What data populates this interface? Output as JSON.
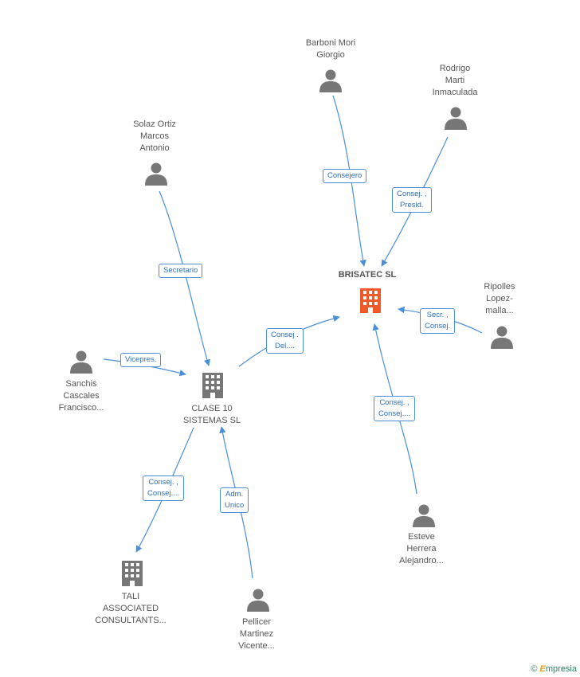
{
  "nodes": {
    "barboni": {
      "lines": [
        "Barboni Mori",
        "Giorgio"
      ]
    },
    "rodrigo": {
      "lines": [
        "Rodrigo",
        "Marti",
        "Inmaculada"
      ]
    },
    "solaz": {
      "lines": [
        "Solaz Ortiz",
        "Marcos",
        "Antonio"
      ]
    },
    "brisatec": {
      "lines": [
        "BRISATEC SL"
      ]
    },
    "ripolles": {
      "lines": [
        "Ripolles",
        "Lopez-",
        "malla..."
      ]
    },
    "sanchis": {
      "lines": [
        "Sanchis",
        "Cascales",
        "Francisco..."
      ]
    },
    "clase10": {
      "lines": [
        "CLASE 10",
        "SISTEMAS SL"
      ]
    },
    "esteve": {
      "lines": [
        "Esteve",
        "Herrera",
        "Alejandro..."
      ]
    },
    "tali": {
      "lines": [
        "TALI",
        "ASSOCIATED",
        "CONSULTANTS..."
      ]
    },
    "pellicer": {
      "lines": [
        "Pellicer",
        "Martinez",
        "Vicente..."
      ]
    }
  },
  "edges": {
    "consejero": {
      "lines": [
        "Consejero"
      ]
    },
    "consej_presid": {
      "lines": [
        "Consej. ,",
        "Presid."
      ]
    },
    "secretario": {
      "lines": [
        "Secretario"
      ]
    },
    "consej_del": {
      "lines": [
        "Consej .",
        "Del...."
      ]
    },
    "secr_consej": {
      "lines": [
        "Secr. ,",
        "Consej."
      ]
    },
    "vicepres": {
      "lines": [
        "Vicepres."
      ]
    },
    "consej_consej_esteve": {
      "lines": [
        "Consej. ,",
        "Consej...."
      ]
    },
    "consej_consej_tali": {
      "lines": [
        "Consej. ,",
        "Consej...."
      ]
    },
    "adm_unico": {
      "lines": [
        "Adm.",
        "Unico"
      ]
    }
  },
  "colors": {
    "edge": "#4a8fd9",
    "person": "#777777",
    "company": "#777777",
    "company_highlight": "#f05a28"
  },
  "watermark": {
    "symbol": "©",
    "brand_initial": "E",
    "brand_rest": "mpresia"
  }
}
